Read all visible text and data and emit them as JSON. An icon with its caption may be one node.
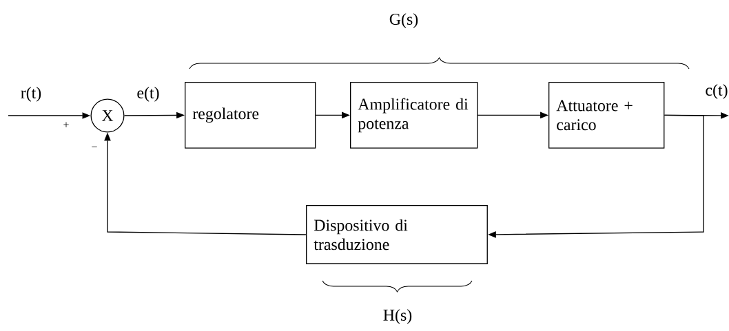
{
  "diagram": {
    "nodes": [
      {
        "text": [
          "X"
        ]
      },
      {
        "text": [
          "regolatore"
        ]
      },
      {
        "text": [
          "Amplificatore di potenza"
        ]
      },
      {
        "text": [
          "Attuatore + carico"
        ]
      },
      {
        "text": [
          "Dispositivo di trasduzione"
        ]
      }
    ],
    "edges": [
      {
        "from": null,
        "to": 0,
        "arrow": "to",
        "label": "r(t)"
      },
      {
        "from": 0,
        "to": 1,
        "arrow": "to",
        "label": "e(t)"
      },
      {
        "from": 1,
        "to": 2,
        "arrow": "to"
      },
      {
        "from": 2,
        "to": 3,
        "arrow": "to"
      },
      {
        "from": 3,
        "to": null,
        "arrow": "to",
        "label": "c(t)"
      },
      {
        "from": 3,
        "to": 4,
        "arrow": "to"
      },
      {
        "from": 4,
        "to": 0,
        "arrow": "to"
      }
    ],
    "labels": [
      "G(s)",
      "+",
      "−",
      "H(s)"
    ]
  }
}
